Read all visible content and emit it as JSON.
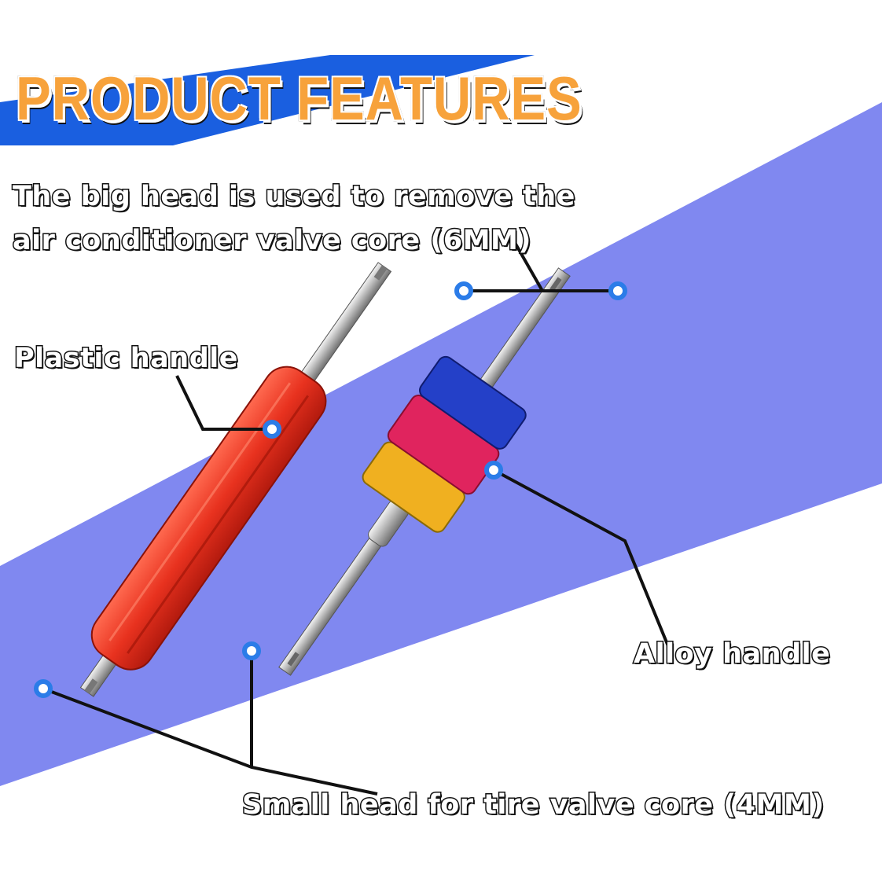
{
  "title": "PRODUCT FEATURES",
  "labels": {
    "big_head_line1": "The big head is used to remove the",
    "big_head_line2": "air conditioner valve core (6MM)",
    "plastic_handle": "Plastic handle",
    "alloy_handle": "Alloy handle",
    "small_head": "Small head for tire valve core (4MM)"
  },
  "colors": {
    "title_fill": "#f7a23b",
    "banner_blue": "#1a5fe0",
    "band_purple": "#8088f0",
    "plastic_handle": "#e8321f",
    "alloy_blue": "#2440c8",
    "alloy_pink": "#e0245e",
    "alloy_gold": "#f0b020",
    "marker": "#2b7ce8"
  }
}
